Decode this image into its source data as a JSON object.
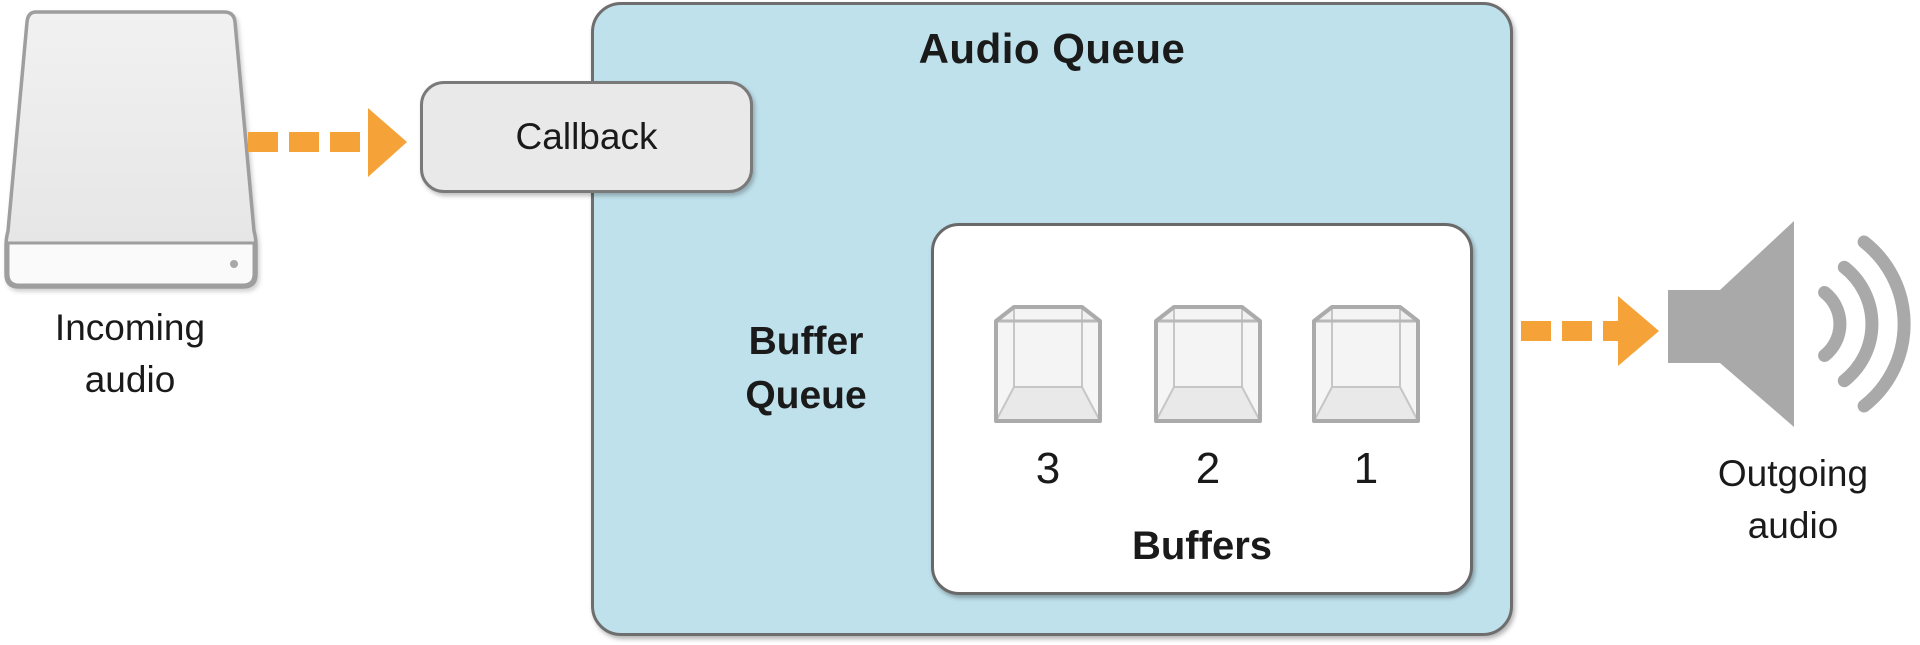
{
  "colors": {
    "accent_orange": "#F5A339",
    "queue_fill": "#BFE1EC",
    "box_gray_fill": "#E9E9E9",
    "border_gray": "#6E6E6E",
    "icon_gray": "#A9A9A9",
    "cube_stroke": "#ABABAB",
    "text_black": "#1A1A1A"
  },
  "incoming": {
    "label_line1": "Incoming",
    "label_line2": "audio"
  },
  "callback": {
    "label": "Callback"
  },
  "audio_queue": {
    "title": "Audio Queue",
    "buffer_queue_label_line1": "Buffer",
    "buffer_queue_label_line2": "Queue",
    "buffers": {
      "title": "Buffers",
      "items": [
        {
          "number": "3"
        },
        {
          "number": "2"
        },
        {
          "number": "1"
        }
      ]
    }
  },
  "outgoing": {
    "label_line1": "Outgoing",
    "label_line2": "audio"
  }
}
